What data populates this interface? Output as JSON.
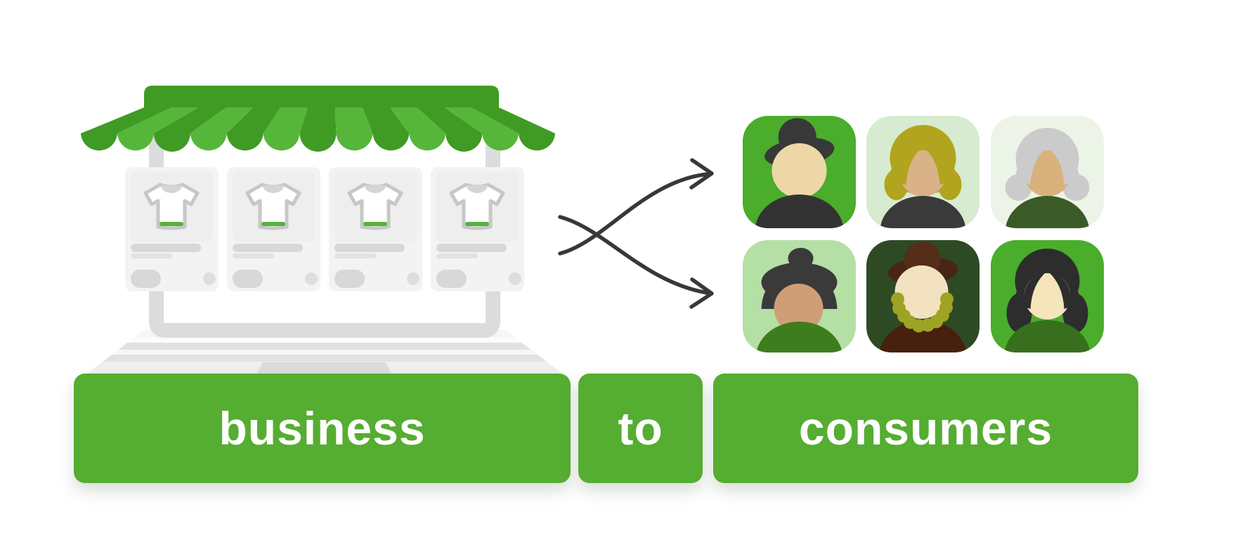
{
  "title": "business to consumers (B2C) illustration",
  "banner": {
    "business": "business",
    "to": "to",
    "consumers": "consumers"
  },
  "colors": {
    "banner_green": "#55ad31",
    "awning_dark_green": "#3f9b24",
    "awning_light_green": "#56b63a",
    "tshirt_hem_green": "#54b43a",
    "arrow_black": "#383838",
    "laptop_gray": "#dcdcdc",
    "card_gray": "#f3f3f3"
  },
  "storefront": {
    "device": "laptop with store awning",
    "product_card_count": 4,
    "product_icon": "tshirt-icon"
  },
  "connector": {
    "type": "two crossing curved arrows pointing right"
  },
  "consumer_avatars": [
    {
      "id": 1,
      "desc": "man with dark hat",
      "bg": "#4aad2c"
    },
    {
      "id": 2,
      "desc": "woman with blonde hair",
      "bg": "#d7ebd0"
    },
    {
      "id": 3,
      "desc": "elderly woman with gray hair",
      "bg": "#ecf4e8"
    },
    {
      "id": 4,
      "desc": "woman with hair bun",
      "bg": "#b4dfa5"
    },
    {
      "id": 5,
      "desc": "bearded man with brown hat",
      "bg": "#2d4a25"
    },
    {
      "id": 6,
      "desc": "woman with black hair",
      "bg": "#4aad2c"
    }
  ]
}
